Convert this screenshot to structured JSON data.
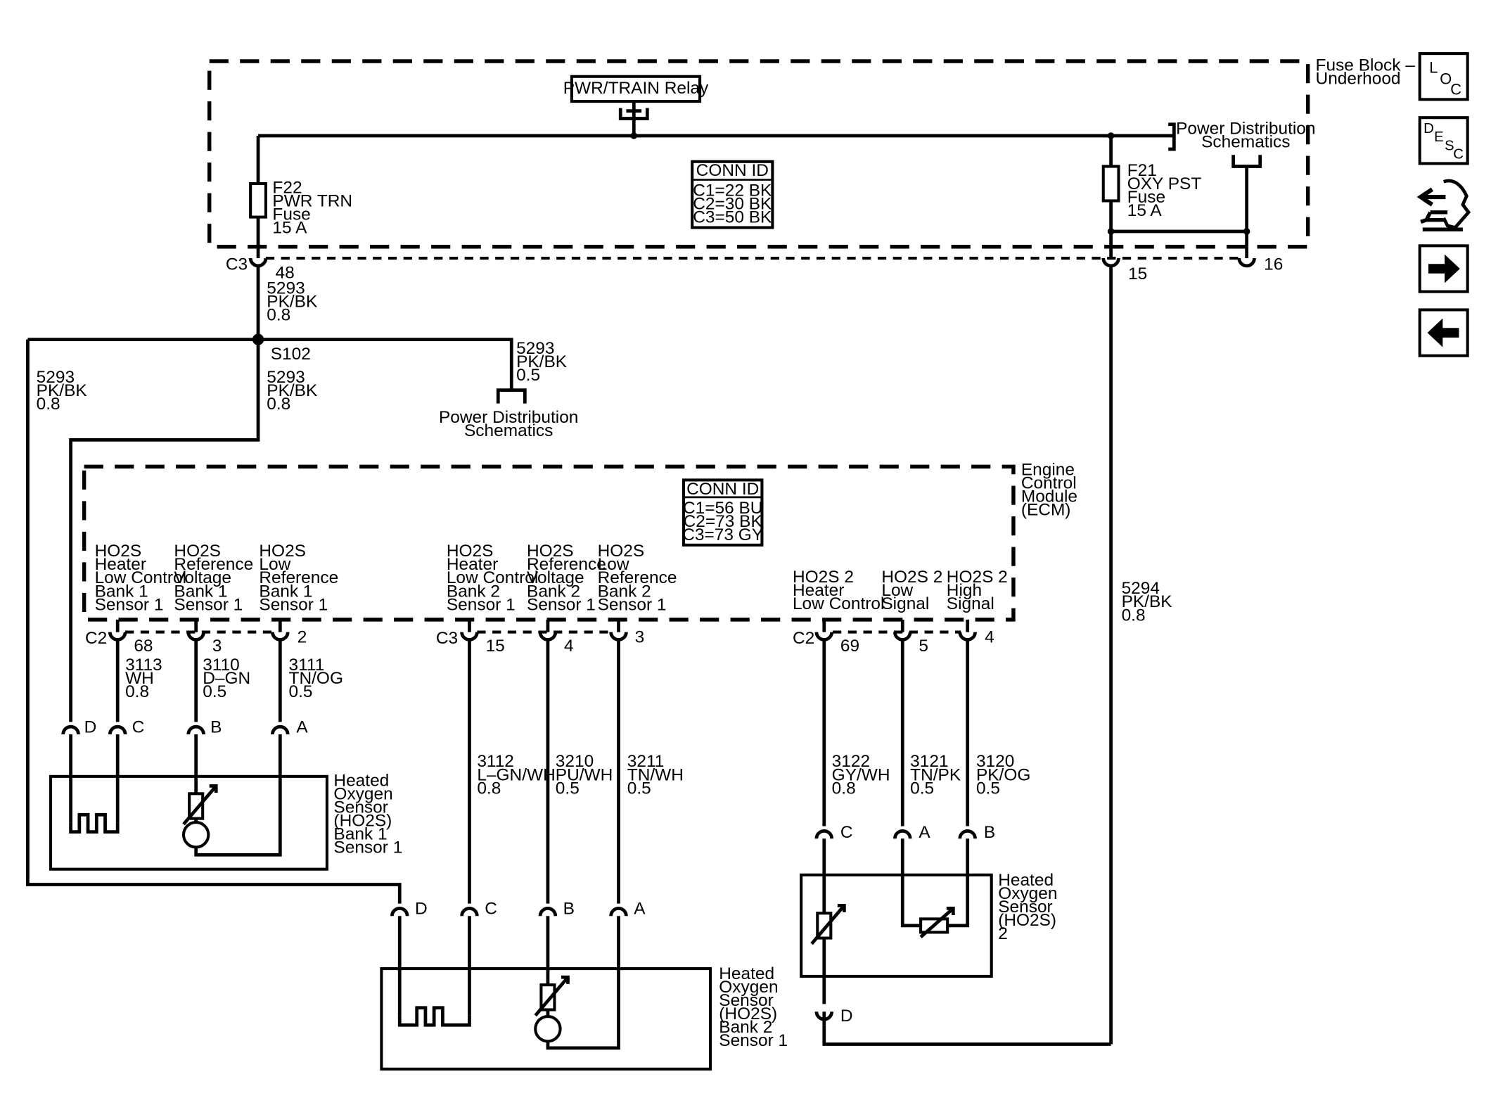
{
  "fuse_block": {
    "name_lines": [
      "Fuse Block –",
      "Underhood"
    ],
    "relay": "PWR/TRAIN Relay",
    "conn_id": {
      "title": "CONN ID",
      "lines": [
        "C1=22 BK",
        "C2=30 BK",
        "C3=50 BK"
      ]
    },
    "pdist_top": [
      "Power Distribution",
      "Schematics"
    ],
    "fuse_f22": [
      "F22",
      "PWR TRN",
      "Fuse",
      "15 A"
    ],
    "fuse_f21": [
      "F21",
      "OXY PST",
      "Fuse",
      "15 A"
    ],
    "c3_label": "C3",
    "pin_48": "48",
    "pin_15": "15",
    "pin_16": "16"
  },
  "wires": {
    "w5293_top": [
      "5293",
      "PK/BK",
      "0.8"
    ],
    "splice": "S102",
    "w5293_left": [
      "5293",
      "PK/BK",
      "0.8"
    ],
    "w5293_mid": [
      "5293",
      "PK/BK",
      "0.8"
    ],
    "w5293_pd": [
      "5293",
      "PK/BK",
      "0.5"
    ],
    "pdist_mid": [
      "Power Distribution",
      "Schematics"
    ],
    "w5294": [
      "5294",
      "PK/BK",
      "0.8"
    ],
    "w3113": [
      "3113",
      "WH",
      "0.8"
    ],
    "w3110": [
      "3110",
      "D–GN",
      "0.5"
    ],
    "w3111": [
      "3111",
      "TN/OG",
      "0.5"
    ],
    "w3112": [
      "3112",
      "L–GN/WH",
      "0.8"
    ],
    "w3210": [
      "3210",
      "PU/WH",
      "0.5"
    ],
    "w3211": [
      "3211",
      "TN/WH",
      "0.5"
    ],
    "w3122": [
      "3122",
      "GY/WH",
      "0.8"
    ],
    "w3121": [
      "3121",
      "TN/PK",
      "0.5"
    ],
    "w3120": [
      "3120",
      "PK/OG",
      "0.5"
    ]
  },
  "ecm": {
    "name_lines": [
      "Engine",
      "Control",
      "Module",
      "(ECM)"
    ],
    "conn_id": {
      "title": "CONN ID",
      "lines": [
        "C1=56 BU",
        "C2=73 BK",
        "C3=73 GY"
      ]
    },
    "t1": [
      "HO2S",
      "Heater",
      "Low Control",
      "Bank 1",
      "Sensor 1"
    ],
    "t2": [
      "HO2S",
      "Reference",
      "Voltage",
      "Bank 1",
      "Sensor 1"
    ],
    "t3": [
      "HO2S",
      "Low",
      "Reference",
      "Bank 1",
      "Sensor 1"
    ],
    "t4": [
      "HO2S",
      "Heater",
      "Low Control",
      "Bank 2",
      "Sensor 1"
    ],
    "t5": [
      "HO2S",
      "Reference",
      "Voltage",
      "Bank 2",
      "Sensor 1"
    ],
    "t6": [
      "HO2S",
      "Low",
      "Reference",
      "Bank 2",
      "Sensor 1"
    ],
    "t7": [
      "HO2S 2",
      "Heater",
      "Low Control"
    ],
    "t8": [
      "HO2S 2",
      "Low",
      "Signal"
    ],
    "t9": [
      "HO2S 2",
      "High",
      "Signal"
    ],
    "c2a": "C2",
    "p68": "68",
    "p3a": "3",
    "p2": "2",
    "c3": "C3",
    "p15": "15",
    "p4a": "4",
    "p3b": "3",
    "c2b": "C2",
    "p69": "69",
    "p5": "5",
    "p4b": "4"
  },
  "sensors": {
    "s1": {
      "name_lines": [
        "Heated",
        "Oxygen",
        "Sensor",
        "(HO2S)",
        "Bank 1",
        "Sensor 1"
      ],
      "pins": [
        "D",
        "C",
        "B",
        "A"
      ]
    },
    "s2": {
      "name_lines": [
        "Heated",
        "Oxygen",
        "Sensor",
        "(HO2S)",
        "Bank 2",
        "Sensor 1"
      ],
      "pins": [
        "D",
        "C",
        "B",
        "A"
      ]
    },
    "s3": {
      "name_lines": [
        "Heated",
        "Oxygen",
        "Sensor",
        "(HO2S)",
        "2"
      ],
      "pins": [
        "C",
        "A",
        "B",
        "D"
      ]
    }
  },
  "nav": {
    "loc": [
      "L",
      "O",
      "C"
    ],
    "desc": [
      "D",
      "E",
      "S",
      "C"
    ],
    "icons": [
      "component-view-icon",
      "arrow-right-icon",
      "arrow-left-icon"
    ]
  }
}
